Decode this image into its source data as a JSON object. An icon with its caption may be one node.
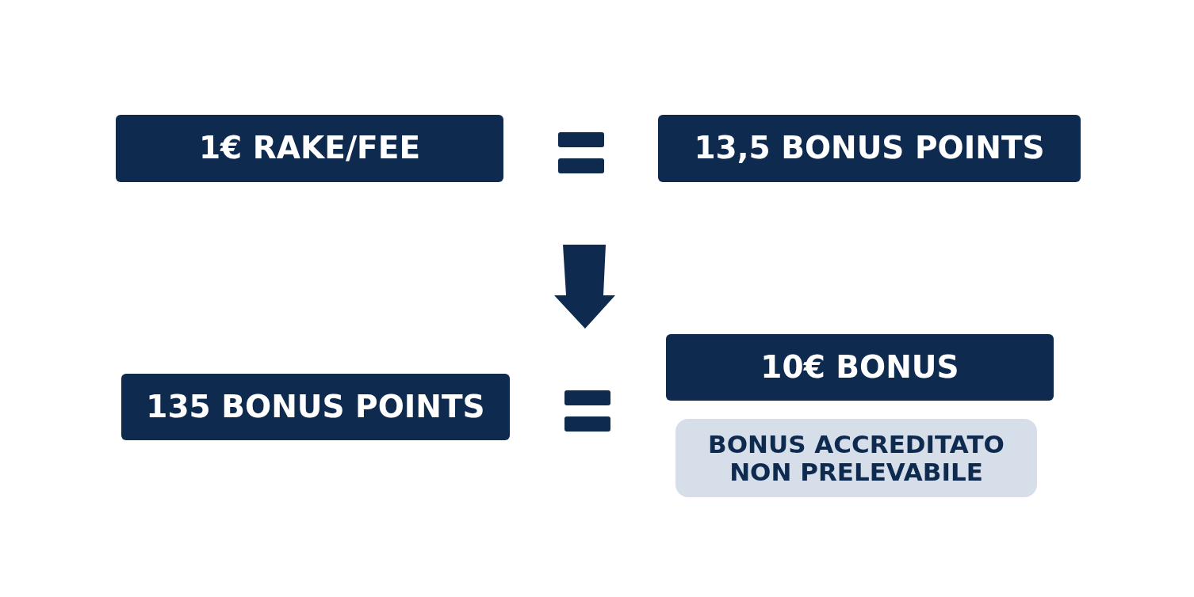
{
  "diagram": {
    "nodes": [
      {
        "text": [
          "1€ RAKE/FEE"
        ]
      },
      {
        "text": [
          "13,5 BONUS POINTS"
        ]
      },
      {
        "text": [
          "135 BONUS POINTS"
        ]
      },
      {
        "text": [
          "10€ BONUS"
        ]
      },
      {
        "text": [
          "BONUS ACCREDITATO NON PRELEVABILE"
        ]
      }
    ]
  }
}
